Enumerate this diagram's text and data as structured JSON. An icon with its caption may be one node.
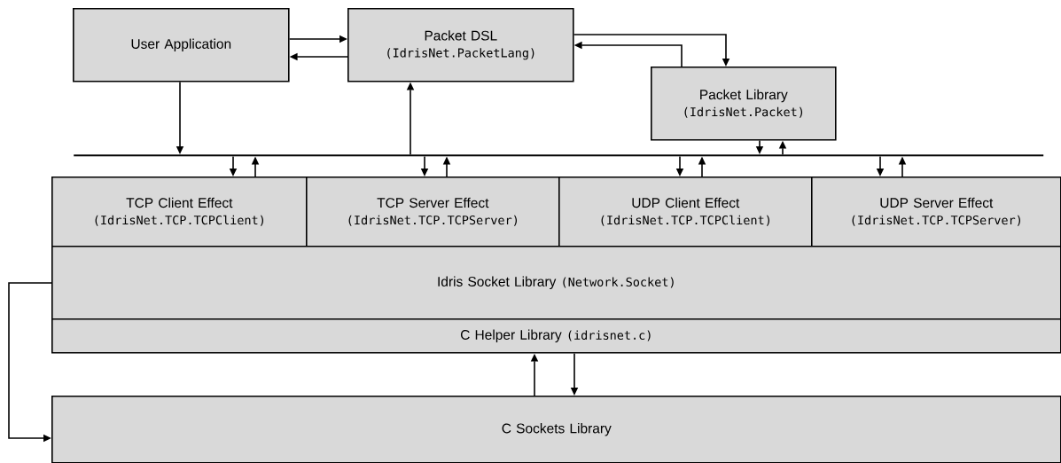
{
  "diagram": {
    "nodes": [
      {
        "text": [
          "User Application"
        ]
      },
      {
        "text": [
          "Packet DSL",
          "(IdrisNet.PacketLang)"
        ]
      },
      {
        "text": [
          "Packet Library",
          "(IdrisNet.Packet)"
        ]
      },
      {
        "text": [],
        "shape": "bar"
      },
      {
        "text": [
          "TCP Client Effect",
          "(IdrisNet.TCP.TCPClient)"
        ]
      },
      {
        "text": [
          "TCP Server Effect",
          "(IdrisNet.TCP.TCPServer)"
        ]
      },
      {
        "text": [
          "UDP Client Effect",
          "(IdrisNet.TCP.TCPClient)"
        ]
      },
      {
        "text": [
          "UDP Server Effect",
          "(IdrisNet.TCP.TCPServer)"
        ]
      },
      {
        "text": [
          "Idris Socket Library",
          "(Network.Socket)"
        ]
      },
      {
        "text": [
          "C Helper Library",
          "(idrisnet.c)"
        ]
      },
      {
        "text": [
          "C Sockets Library"
        ]
      }
    ],
    "edges": [
      {
        "from": 0,
        "to": 1,
        "arrow": "to"
      },
      {
        "from": 1,
        "to": 0,
        "arrow": "to"
      },
      {
        "from": 1,
        "to": 2,
        "arrow": "to"
      },
      {
        "from": 2,
        "to": 1,
        "arrow": "to"
      },
      {
        "from": 0,
        "to": 3,
        "arrow": "to"
      },
      {
        "from": 3,
        "to": 4,
        "arrow": "to"
      },
      {
        "from": 4,
        "to": 3,
        "arrow": "to"
      },
      {
        "from": 3,
        "to": 1,
        "arrow": "to"
      },
      {
        "from": 3,
        "to": 5,
        "arrow": "to"
      },
      {
        "from": 5,
        "to": 3,
        "arrow": "to"
      },
      {
        "from": 3,
        "to": 6,
        "arrow": "to"
      },
      {
        "from": 6,
        "to": 3,
        "arrow": "to"
      },
      {
        "from": 2,
        "to": 3,
        "arrow": "to"
      },
      {
        "from": 3,
        "to": 2,
        "arrow": "to"
      },
      {
        "from": 3,
        "to": 7,
        "arrow": "to"
      },
      {
        "from": 7,
        "to": 3,
        "arrow": "to"
      },
      {
        "from": 8,
        "to": 10,
        "arrow": "to"
      },
      {
        "from": 10,
        "to": 9,
        "arrow": "to"
      },
      {
        "from": 9,
        "to": 10,
        "arrow": "to"
      }
    ]
  }
}
